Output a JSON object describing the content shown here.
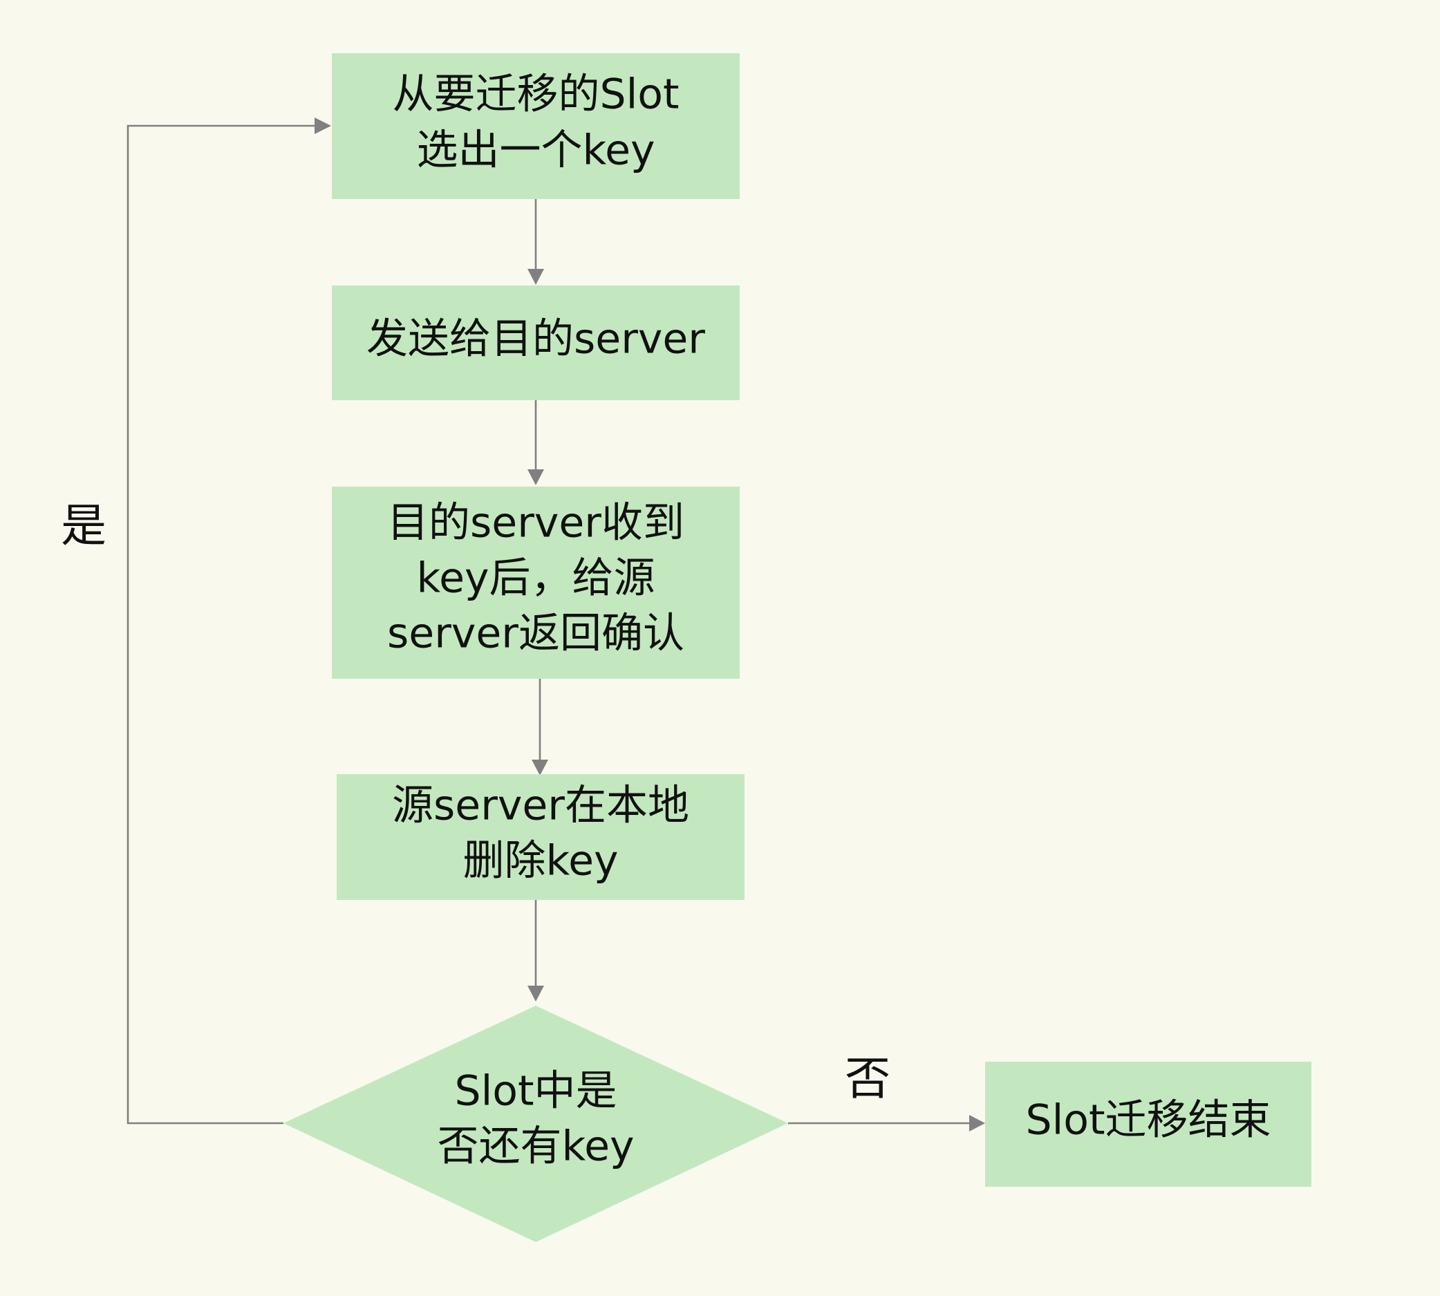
{
  "nodes": {
    "select_key": {
      "lines": [
        "从要迁移的Slot",
        "选出一个key"
      ]
    },
    "send_to_target": {
      "lines": [
        "发送给目的server"
      ]
    },
    "target_confirm": {
      "lines": [
        "目的server收到",
        "key后，给源",
        "server返回确认"
      ]
    },
    "source_delete": {
      "lines": [
        "源server在本地",
        "删除key"
      ]
    },
    "has_more_keys": {
      "lines": [
        "Slot中是",
        "否还有key"
      ]
    },
    "migration_done": {
      "lines": [
        "Slot迁移结束"
      ]
    }
  },
  "edge_labels": {
    "yes": "是",
    "no": "否"
  },
  "colors": {
    "background": "#faf9ee",
    "node_fill": "#c3e8bf",
    "edge": "#808080",
    "text": "#111111"
  }
}
